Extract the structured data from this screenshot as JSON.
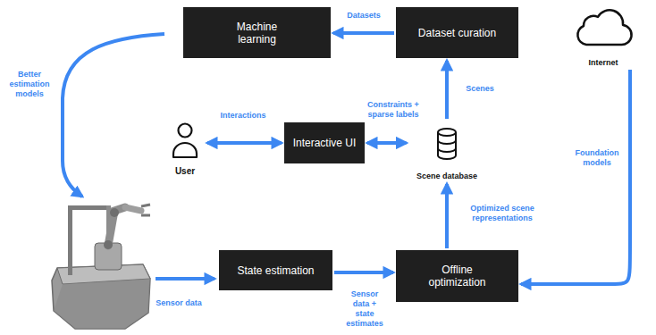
{
  "diagram": {
    "nodes": [
      {
        "text": [
          "Machine learning"
        ]
      },
      {
        "text": [
          "Dataset curation"
        ]
      },
      {
        "text": [
          "Internet"
        ]
      },
      {
        "text": [
          "User"
        ]
      },
      {
        "text": [
          "Interactive UI"
        ]
      },
      {
        "text": [
          "Scene database"
        ]
      },
      {
        "text": [
          "State estimation"
        ]
      },
      {
        "text": [
          "Offline optimization"
        ]
      }
    ],
    "edges": [
      {
        "from": 1,
        "to": 0,
        "label": "Datasets",
        "arrow": "to"
      },
      {
        "from": 5,
        "to": 1,
        "label": "Scenes",
        "arrow": "to"
      },
      {
        "from": 4,
        "to": 3,
        "label": "Interactions",
        "arrow": "both"
      },
      {
        "from": 4,
        "to": 5,
        "label": "Constraints + sparse labels",
        "arrow": "both"
      },
      {
        "from": 7,
        "to": 5,
        "label": "Optimized scene representations",
        "arrow": "to"
      },
      {
        "from": 6,
        "to": 7,
        "label": "Sensor data + state estimates",
        "arrow": "to"
      },
      {
        "from": 2,
        "to": 7,
        "label": "Foundation models",
        "arrow": "to"
      }
    ],
    "labels": [
      "Better estimation models",
      "Sensor data"
    ]
  }
}
